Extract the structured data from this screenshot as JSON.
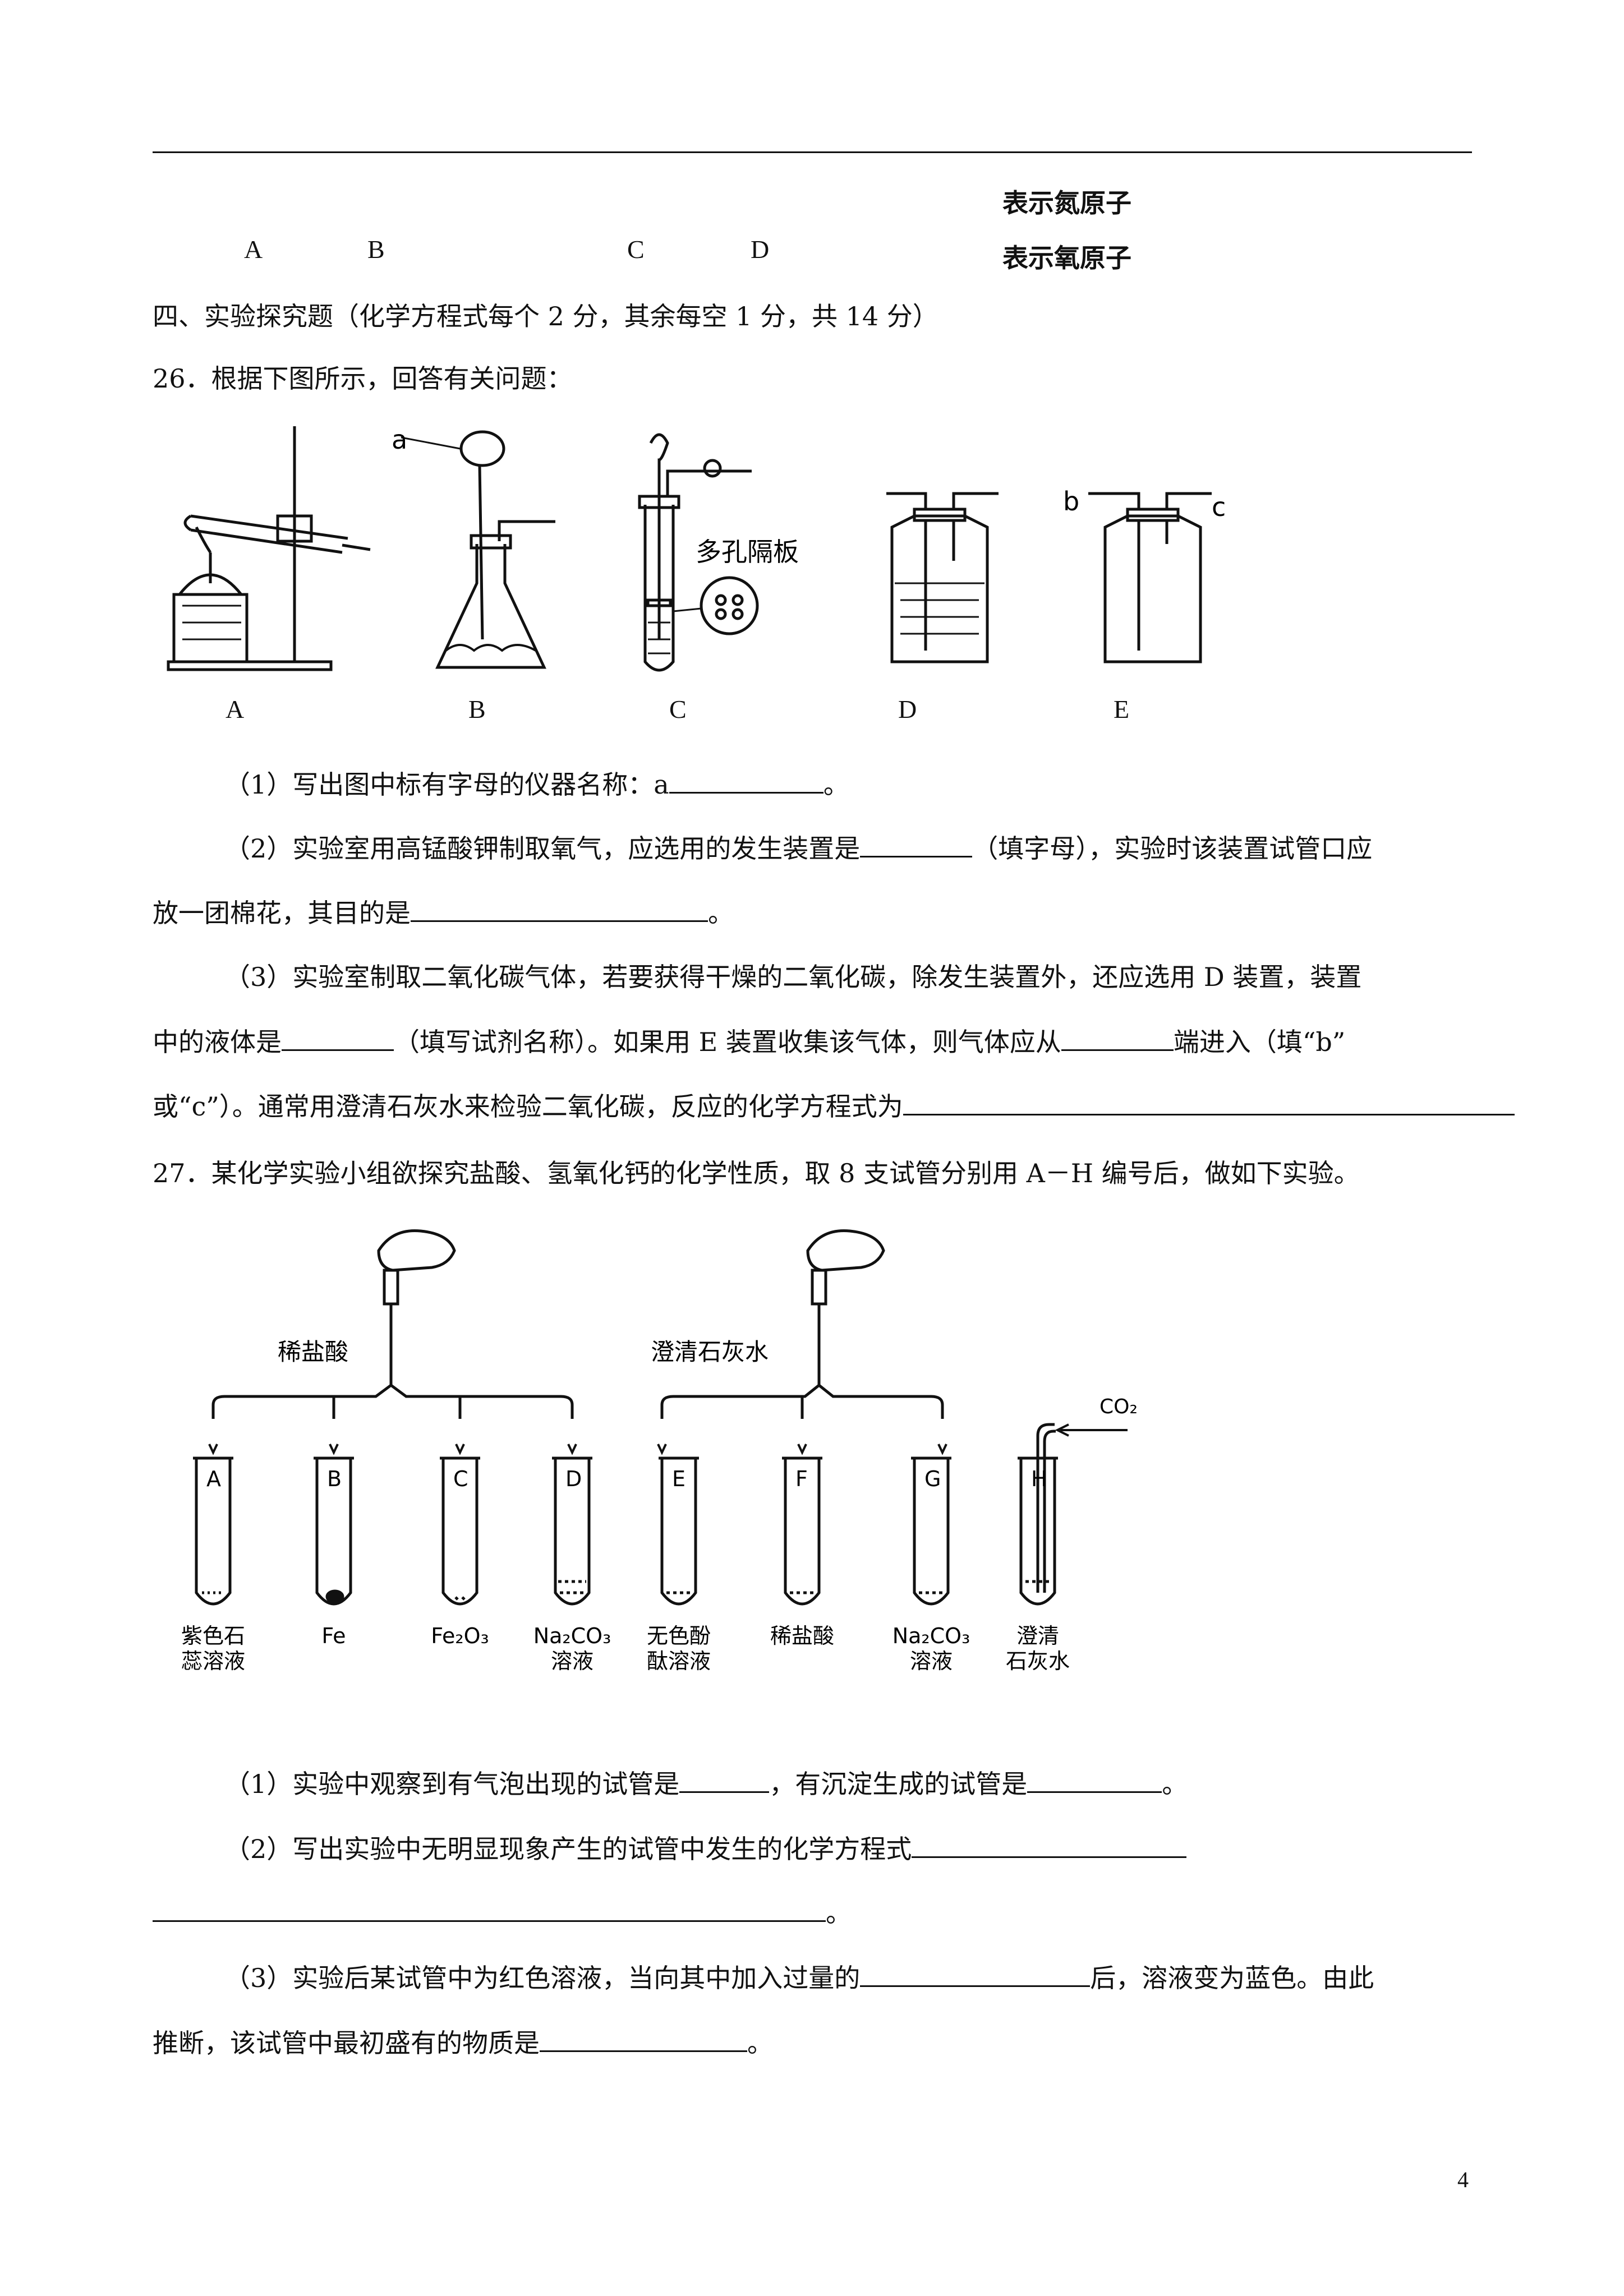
{
  "header": {
    "legend_nitrogen": "表示氮原子",
    "legend_oxygen": "表示氧原子",
    "options": [
      "A",
      "B",
      "C",
      "D"
    ]
  },
  "section": {
    "title": "四、实验探究题（化学方程式每个 2 分，其余每空 1 分，共 14 分）"
  },
  "q26": {
    "stem": "26．根据下图所示，回答有关问题：",
    "figure": {
      "apparatus_labels": [
        "A",
        "B",
        "C",
        "D",
        "E"
      ],
      "marker_a": "a",
      "marker_b": "b",
      "marker_c": "c",
      "porous_plate": "多孔隔板"
    },
    "p1_pre": "（1）写出图中标有字母的仪器名称：a",
    "p1_post": "。",
    "p2_l1_pre": "（2）实验室用高锰酸钾制取氧气，应选用的发生装置是",
    "p2_l1_post": "（填字母），实验时该装置试管口应",
    "p2_l2_pre": "放一团棉花，其目的是",
    "p2_l2_post": "。",
    "p3_l1": "（3）实验室制取二氧化碳气体，若要获得干燥的二氧化碳，除发生装置外，还应选用 D 装置，装置",
    "p3_l2_pre": "中的液体是",
    "p3_l2_mid": "（填写试剂名称）。如果用 E 装置收集该气体，则气体应从",
    "p3_l2_post": "端进入（填“b”",
    "p3_l3": "或“c”）。通常用澄清石灰水来检验二氧化碳，反应的化学方程式为"
  },
  "q27": {
    "stem": "27．某化学实验小组欲探究盐酸、氢氧化钙的化学性质，取 8 支试管分别用 A－H 编号后，做如下实验。",
    "figure": {
      "dropper_left": "稀盐酸",
      "dropper_right": "澄清石灰水",
      "co2": "CO₂",
      "tube_letters": [
        "A",
        "B",
        "C",
        "D",
        "E",
        "F",
        "G",
        "H"
      ],
      "tube_contents": [
        [
          "紫色石",
          "蕊溶液"
        ],
        [
          "Fe"
        ],
        [
          "Fe₂O₃"
        ],
        [
          "Na₂CO₃",
          "溶液"
        ],
        [
          "无色酚",
          "酞溶液"
        ],
        [
          "稀盐酸"
        ],
        [
          "Na₂CO₃",
          "溶液"
        ],
        [
          "澄清",
          "石灰水"
        ]
      ]
    },
    "p1_pre": "（1）实验中观察到有气泡出现的试管是",
    "p1_mid": "，有沉淀生成的试管是",
    "p1_post": "。",
    "p2_pre": "（2）写出实验中无明显现象产生的试管中发生的化学方程式",
    "p2_end": "。",
    "p3_pre": "（3）实验后某试管中为红色溶液，当向其中加入过量的",
    "p3_post": "后，溶液变为蓝色。由此",
    "p3_l2_pre": "推断，该试管中最初盛有的物质是",
    "p3_l2_post": "。"
  },
  "page_number": "4"
}
